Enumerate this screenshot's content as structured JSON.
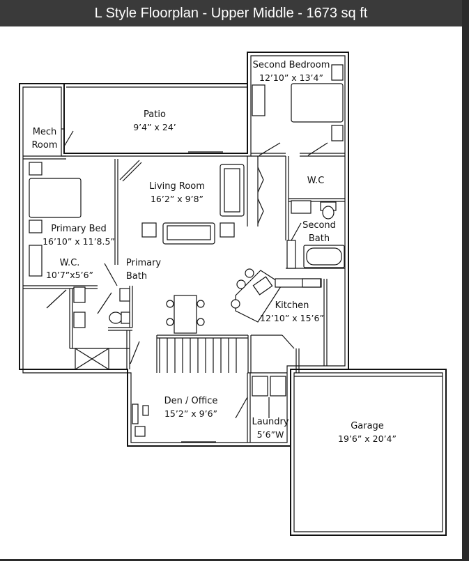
{
  "title": "L Style Floorplan - Upper Middle - 1673 sq ft",
  "rooms": {
    "second_bedroom": {
      "name": "Second Bedroom",
      "size": "12’10” x 13’4”"
    },
    "patio": {
      "name": "Patio",
      "size": "9’4” x 24’"
    },
    "mech_room": {
      "name1": "Mech",
      "name2": "Room"
    },
    "wc_top": {
      "name": "W.C"
    },
    "living_room": {
      "name": "Living Room",
      "size": "16’2” x 9’8”"
    },
    "second_bath": {
      "name1": "Second",
      "name2": "Bath"
    },
    "primary_bed": {
      "name": "Primary Bed",
      "size": "16’10” x 11’8.5”"
    },
    "wc_left": {
      "name": "W.C.",
      "size": "10’7”x5’6”"
    },
    "primary_bath": {
      "name1": "Primary",
      "name2": "Bath"
    },
    "kitchen": {
      "name": "Kitchen",
      "size": "12’10” x 15’6”"
    },
    "den": {
      "name": "Den / Office",
      "size": "15’2” x 9’6”"
    },
    "laundry": {
      "name": "Laundry",
      "size": "5’6”W"
    },
    "garage": {
      "name": "Garage",
      "size": "19’6” x 20’4”"
    }
  }
}
